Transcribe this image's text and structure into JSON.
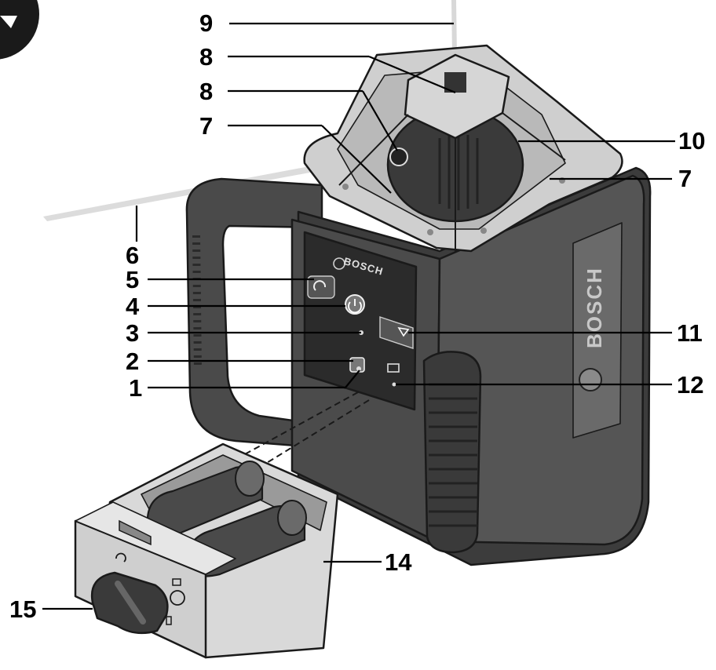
{
  "brand": {
    "panel_logo": "BOSCH",
    "side_logo": "BOSCH"
  },
  "callouts": [
    {
      "id": "c9",
      "text": "9"
    },
    {
      "id": "c8a",
      "text": "8"
    },
    {
      "id": "c8b",
      "text": "8"
    },
    {
      "id": "c7a",
      "text": "7"
    },
    {
      "id": "c10",
      "text": "10"
    },
    {
      "id": "c7b",
      "text": "7"
    },
    {
      "id": "c6",
      "text": "6"
    },
    {
      "id": "c5",
      "text": "5"
    },
    {
      "id": "c4",
      "text": "4"
    },
    {
      "id": "c3",
      "text": "3"
    },
    {
      "id": "c2",
      "text": "2"
    },
    {
      "id": "c1",
      "text": "1"
    },
    {
      "id": "c11",
      "text": "11"
    },
    {
      "id": "c12",
      "text": "12"
    },
    {
      "id": "c14",
      "text": "14"
    },
    {
      "id": "c15",
      "text": "15"
    }
  ],
  "colors": {
    "body_dark": "#3a3a3a",
    "body_mid": "#5a5a5a",
    "body_light": "#9a9a9a",
    "panel": "#2b2b2b",
    "housing_light": "#cfcfcf",
    "battery_light": "#d9d9d9"
  },
  "icons": [
    "rotation-icon",
    "power-icon",
    "tilt-icon",
    "battery-icon",
    "shock-warning-icon"
  ]
}
